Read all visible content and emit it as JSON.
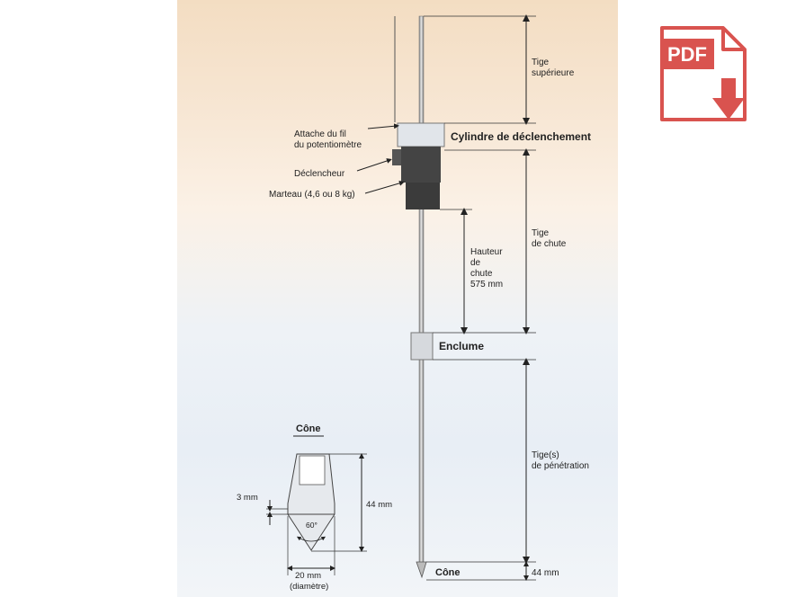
{
  "labels": {
    "tige_superieure_1": "Tige",
    "tige_superieure_2": "supérieure",
    "attache_1": "Attache du fil",
    "attache_2": "du potentiomètre",
    "cylindre": "Cylindre de déclenchement",
    "declencheur": "Déclencheur",
    "marteau": "Marteau (4,6 ou 8 kg)",
    "tige_chute_1": "Tige",
    "tige_chute_2": "de chute",
    "hauteur_1": "Hauteur",
    "hauteur_2": "de",
    "hauteur_3": "chute",
    "hauteur_4": "575 mm",
    "enclume": "Enclume",
    "penetration_1": "Tige(s)",
    "penetration_2": "de pénétration",
    "cone_bottom": "Cône",
    "cone_bottom_dim": "44 mm"
  },
  "cone_detail": {
    "title": "Cône",
    "dim_3mm": "3 mm",
    "dim_44mm": "44 mm",
    "angle": "60°",
    "dim_20mm_1": "20 mm",
    "dim_20mm_2": "(diamètre)"
  },
  "pdf_icon": {
    "label": "PDF",
    "color": "#d9534f"
  }
}
